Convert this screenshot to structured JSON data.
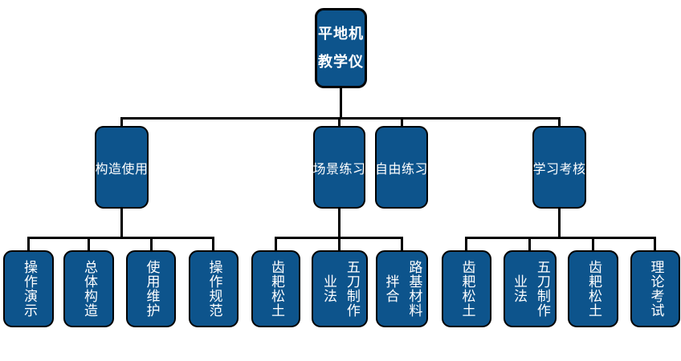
{
  "diagram": {
    "title": "平地机教学仪",
    "root": {
      "line1": "平地机",
      "line2": "教学仪"
    },
    "level2": [
      {
        "label": "构造使用"
      },
      {
        "label": "场景练习"
      },
      {
        "label": "自由练习"
      },
      {
        "label": "学习考核"
      }
    ],
    "groups": [
      {
        "parent": "构造使用",
        "children": [
          "操作演示",
          "总体构造",
          "使用维护",
          "操作规范"
        ]
      },
      {
        "parent": "场景练习",
        "children": [
          "齿耙松土",
          "五刀制作业法",
          "路基材料拌合"
        ]
      },
      {
        "parent": "学习考核",
        "children": [
          "齿耙松土",
          "五刀制作业法",
          "齿耙松土",
          "理论考试"
        ]
      }
    ]
  },
  "colors": {
    "background": "#FFFFFF",
    "node_fill": "#0D548C",
    "node_border": "#000000",
    "node_text": "#FFFFFF",
    "connector": "#000000"
  }
}
